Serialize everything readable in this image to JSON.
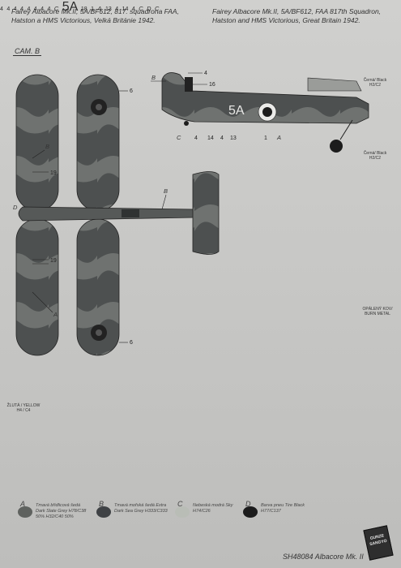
{
  "header": {
    "left_caption": "Fairey Albacore Mk.II, 5A/BF612, 817. squadrona FAA, Hatston a HMS Victorious, Velká Británie 1942.",
    "right_caption": "Fairey Albacore Mk.II, 5A/BF612, FAA 817th Squadron, Hatston and HMS Victorious, Great Britain 1942."
  },
  "camouflage_label": "CAM. B",
  "callouts": {
    "n1": "1",
    "n4": "4",
    "n6": "6",
    "n13": "13",
    "n14": "14",
    "n16": "16",
    "n18": "18",
    "n19": "19",
    "A": "A",
    "B": "B",
    "C": "C",
    "D": "D"
  },
  "aircraft_code": "5A",
  "notes": {
    "black_top": "Černá/ Black H2/C2",
    "black_bottom": "Černá/ Black H2/C2",
    "bare_metal": "OPÁLENÝ KOV/ BURN METAL",
    "yellow": "ŽLUTÁ / YELLOW H4 / C4"
  },
  "legend": [
    {
      "letter": "A",
      "text": "Tmavá břidlicová šedá Dark Slate Grey H78/C38 50% H32/C40 50%",
      "color": "#5f625f"
    },
    {
      "letter": "B",
      "text": "Tmavá mořská šedá Extra Dark Sea Grey H333/C333",
      "color": "#3f4245"
    },
    {
      "letter": "C",
      "text": "Nebeská modrá Sky H74/C26",
      "color": "#b9bdb6"
    },
    {
      "letter": "D",
      "text": "Barva pneu Tire Black H77/C137",
      "color": "#1c1c1c"
    }
  ],
  "logo": "GUNZE SANGYO",
  "footer": "SH48084 Albacore Mk. II"
}
